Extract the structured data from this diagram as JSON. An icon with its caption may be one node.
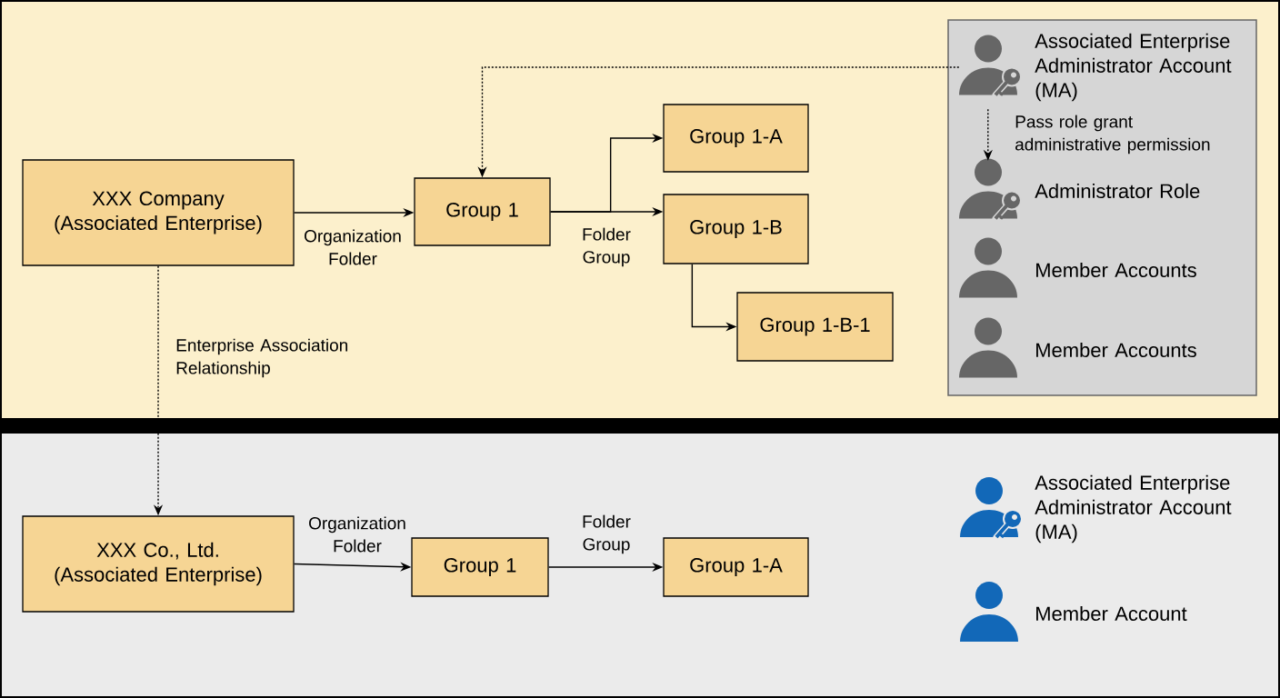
{
  "diagram": {
    "nodes": [
      {
        "text": [
          "XXX Company (Associated Enterprise)"
        ]
      },
      {
        "text": [
          "Group 1"
        ]
      },
      {
        "text": [
          "Group 1-A"
        ]
      },
      {
        "text": [
          "Group 1-B"
        ]
      },
      {
        "text": [
          "Group 1-B-1"
        ]
      },
      {
        "text": [],
        "shape": "box"
      },
      {
        "text": [
          "Associated Enterprise Administrator Account (MA)"
        ],
        "in": 5
      },
      {
        "text": [
          "Administrator Role"
        ],
        "in": 5
      },
      {
        "text": [
          "Member Accounts"
        ],
        "in": 5
      },
      {
        "text": [
          "Member Accounts"
        ],
        "in": 5
      },
      {
        "text": [
          "XXX Co., Ltd. (Associated Enterprise)"
        ]
      },
      {
        "text": [
          "Group 1"
        ]
      },
      {
        "text": [
          "Group 1-A"
        ]
      }
    ],
    "edges": [
      {
        "from": 0,
        "to": 1,
        "arrow": "to",
        "label": "Organization Folder"
      },
      {
        "from": 1,
        "to": 2,
        "arrow": "to"
      },
      {
        "from": 1,
        "to": 3,
        "arrow": "to",
        "label": "Folder Group"
      },
      {
        "from": 3,
        "to": 4,
        "arrow": "to"
      },
      {
        "from": 6,
        "to": 1,
        "arrow": "to",
        "style": "dashed"
      },
      {
        "from": 6,
        "to": 7,
        "arrow": "to",
        "style": "dashed",
        "label": "Pass role grant administrative permission"
      },
      {
        "from": 0,
        "to": 10,
        "arrow": "to",
        "style": "dashed",
        "label": "Enterprise Association Relationship"
      },
      {
        "from": 10,
        "to": 11,
        "arrow": "to",
        "label": "Organization Folder"
      },
      {
        "from": 11,
        "to": 12,
        "arrow": "to",
        "label": "Folder Group"
      }
    ],
    "legend": [
      {
        "text": "Associated Enterprise Administrator Account (MA)"
      },
      {
        "text": "Member Account"
      }
    ]
  }
}
